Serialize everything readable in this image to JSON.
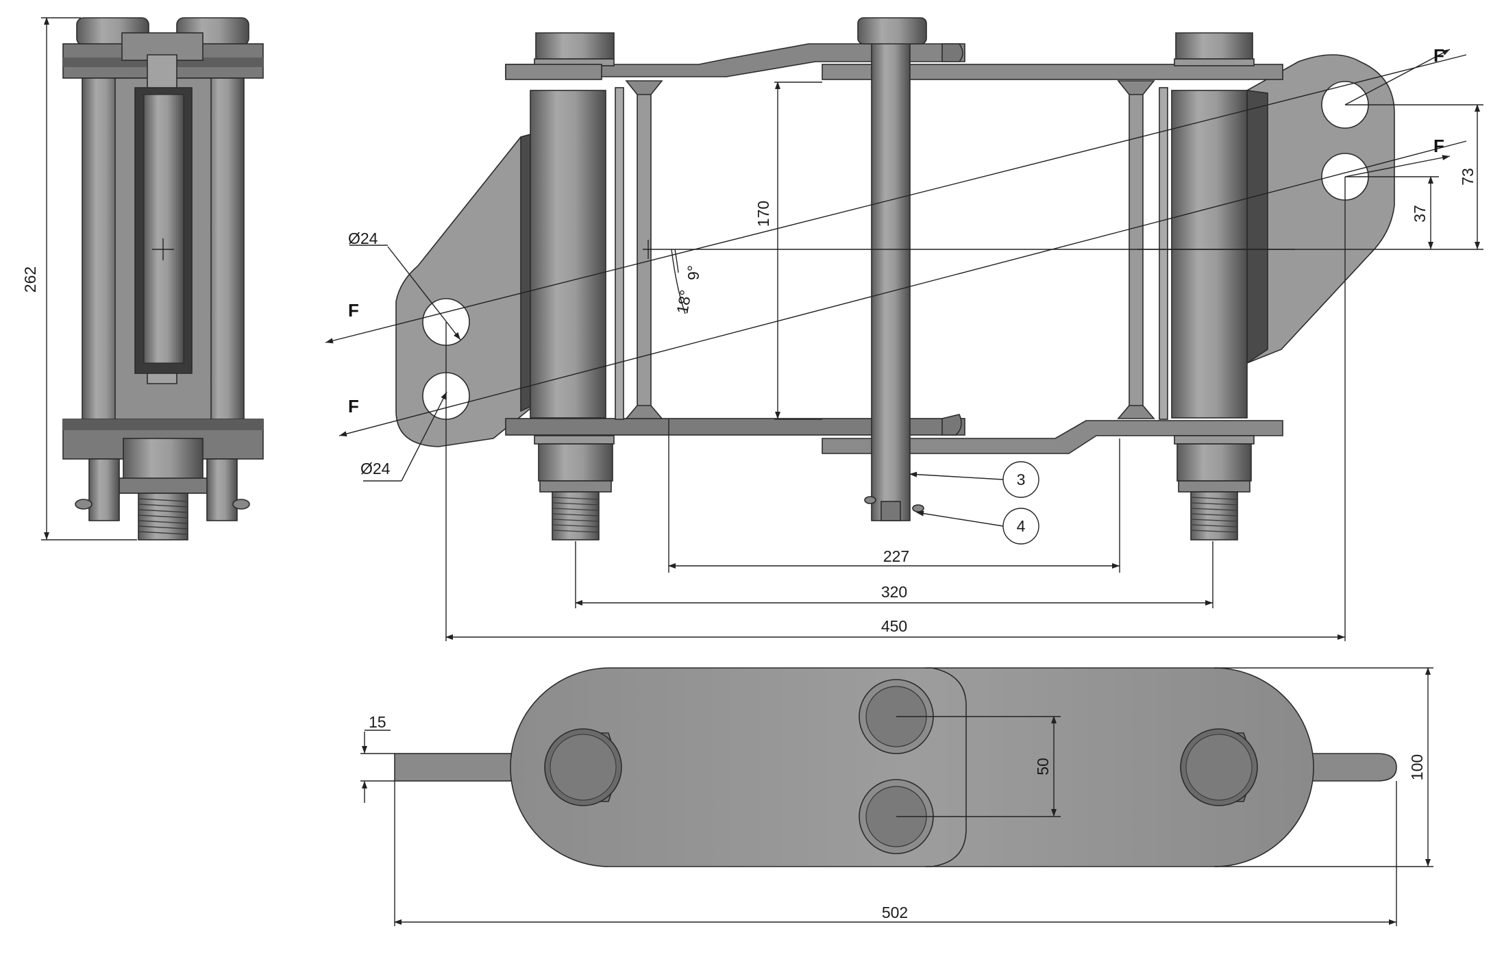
{
  "drawing": {
    "dimensions": {
      "overall_height": "262",
      "hole_diameter_top": "Ø24",
      "hole_diameter_bottom": "Ø24",
      "vertical_170": "170",
      "angle_9": "9°",
      "angle_18": "18°",
      "span_227": "227",
      "span_320": "320",
      "span_450": "450",
      "offset_73": "73",
      "offset_37": "37",
      "plate_thickness": "15",
      "hole_spacing": "50",
      "plate_width": "100",
      "overall_length": "502"
    },
    "forces": {
      "left_top": "F",
      "left_bottom": "F",
      "right_top": "F",
      "right_bottom": "F"
    },
    "callouts": {
      "pin": "3",
      "cotter": "4"
    },
    "colors": {
      "line": "#222222",
      "steel_light": "#9a9a9a",
      "steel_mid": "#7d7d7d",
      "steel_dark": "#4e4e4e",
      "background": "#ffffff"
    }
  }
}
